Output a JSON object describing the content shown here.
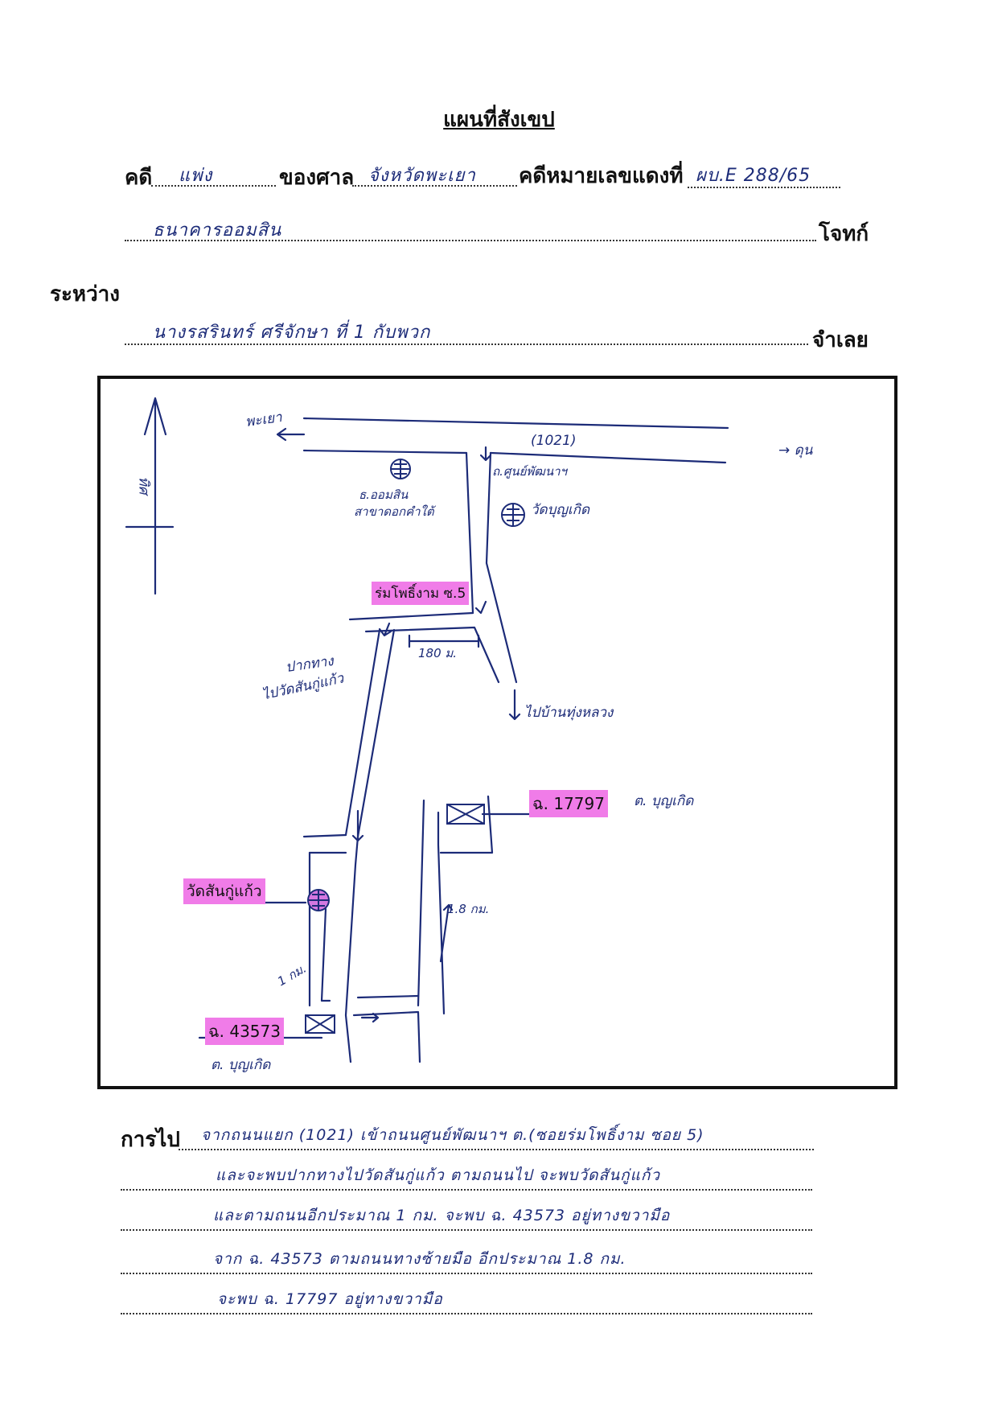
{
  "title": "แผนที่สังเขป",
  "header": {
    "case_label": "คดี",
    "case_type": "แพ่ง",
    "court_label": "ของศาล",
    "court_name": "จังหวัดพะเยา",
    "red_case_label": "คดีหมายเลขแดงที่",
    "red_case_no": "ผบ.E 288/65",
    "plaintiff_name": "ธนาคารออมสิน",
    "plaintiff_label": "โจทก์",
    "between_label": "ระหว่าง",
    "defendant_name": "นางรสรินทร์ ศรีจักษา ที่ 1 กับพวก",
    "defendant_label": "จำเลย"
  },
  "map": {
    "north_label": "ทิศ",
    "left_dest": "พะเยา",
    "right_dest": "→ ดุน",
    "highway_no": "(1021)",
    "road_to_village": "ถ.ศูนย์พัฒนาฯ",
    "bank_branch_line1": "ธ.ออมสิน",
    "bank_branch_line2": "สาขาดอกคำใต้",
    "temple_1": "วัดบุญเกิด",
    "soi_label": "ร่มโพธิ์งาม ซ.5",
    "distance_180": "180 ม.",
    "road_mouth_line1": "ปากทาง",
    "road_mouth_line2": "ไปวัดสันกู่แก้ว",
    "to_village_2": "ไปบ้านทุ่งหลวง",
    "deed_17797": "ฉ. 17797",
    "tambon_17797": "ต. บุญเกิด",
    "distance_1_8": "1.8 กม.",
    "temple_2": "วัดสันกู่แก้ว",
    "distance_1": "1 กม.",
    "deed_43573": "ฉ. 43573",
    "tambon_43573": "ต. บุญเกิด"
  },
  "directions": {
    "label": "การไป",
    "lines": [
      "จากถนนแยก (1021) เข้าถนนศูนย์พัฒนาฯ ต.(ซอยร่มโพธิ์งาม ซอย 5)",
      "และจะพบปากทางไปวัดสันกู่แก้ว ตามถนนไป จะพบวัดสันกู่แก้ว",
      "และตามถนนอีกประมาณ 1 กม. จะพบ ฉ. 43573 อยู่ทางขวามือ",
      "จาก ฉ. 43573 ตามถนนทางซ้ายมือ อีกประมาณ 1.8 กม.",
      "จะพบ ฉ. 17797 อยู่ทางขวามือ"
    ]
  }
}
